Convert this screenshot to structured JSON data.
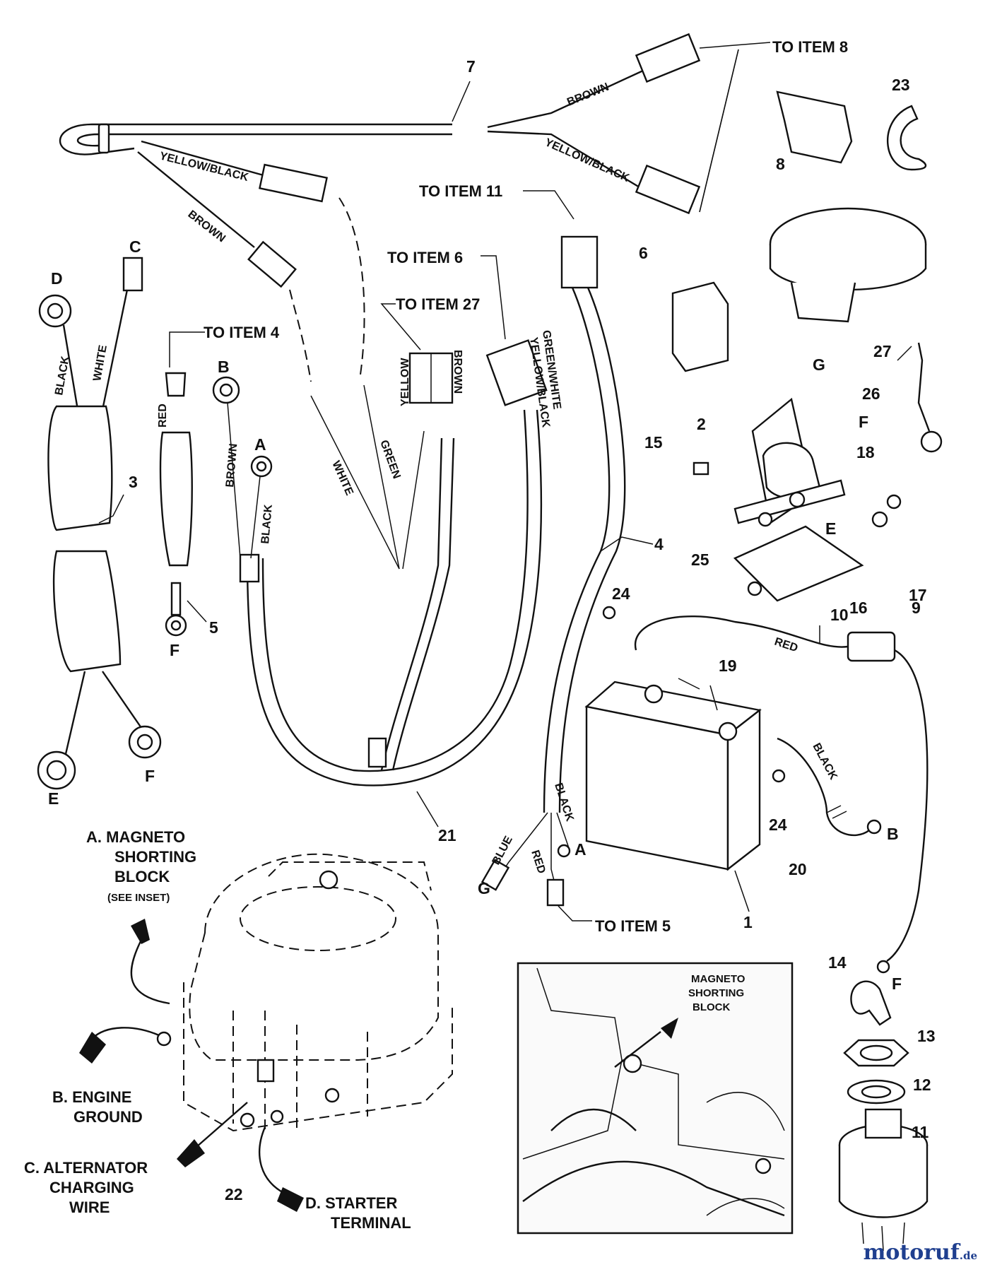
{
  "callouts": {
    "to_item_8": "TO ITEM 8",
    "to_item_11": "TO ITEM 11",
    "to_item_6": "TO ITEM 6",
    "to_item_27": "TO ITEM 27",
    "to_item_4": "TO ITEM 4",
    "to_item_5": "TO ITEM 5"
  },
  "wire_colors": {
    "brown": "BROWN",
    "yellow_black": "YELLOW/BLACK",
    "black": "BLACK",
    "white": "WHITE",
    "red": "RED",
    "green": "GREEN",
    "yellow": "YELLOW",
    "green_white": "GREEN/WHITE",
    "blue": "BLUE"
  },
  "terminals": {
    "a": "A",
    "b": "B",
    "c": "C",
    "d": "D",
    "e": "E",
    "f": "F",
    "g": "G"
  },
  "part_numbers": [
    "1",
    "2",
    "3",
    "4",
    "5",
    "6",
    "7",
    "8",
    "9",
    "10",
    "11",
    "12",
    "13",
    "14",
    "15",
    "16",
    "17",
    "18",
    "19",
    "20",
    "21",
    "22",
    "23",
    "24",
    "25",
    "26",
    "27"
  ],
  "engine_notes": {
    "a_line1": "A. MAGNETO",
    "a_line2": "SHORTING",
    "a_line3": "BLOCK",
    "a_line4": "(SEE INSET)",
    "b_line1": "B. ENGINE",
    "b_line2": "GROUND",
    "c_line1": "C. ALTERNATOR",
    "c_line2": "CHARGING",
    "c_line3": "WIRE",
    "d_line1": "D. STARTER",
    "d_line2": "TERMINAL"
  },
  "inset": {
    "line1": "MAGNETO",
    "line2": "SHORTING",
    "line3": "BLOCK"
  },
  "watermark": {
    "name": "motoruf",
    "suffix": ".de"
  },
  "colors": {
    "ink": "#111111",
    "background": "#ffffff",
    "watermark": "#1f3f8f"
  }
}
